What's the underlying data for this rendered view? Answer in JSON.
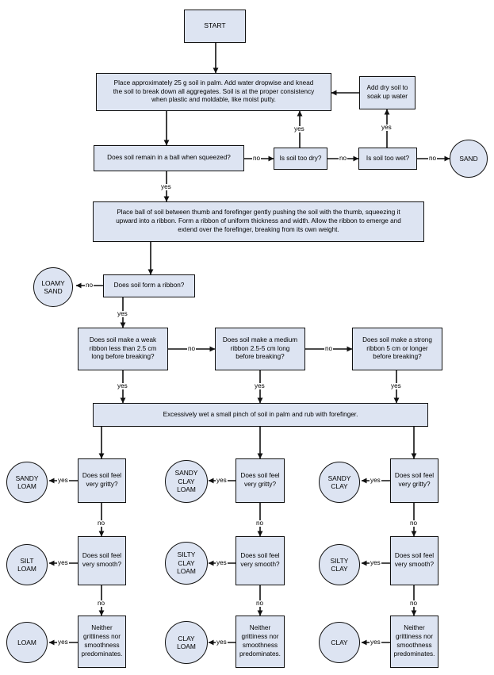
{
  "nodes": {
    "start": "START",
    "knead": "Place approximately 25 g soil in palm. Add water dropwise and knead\nthe soil to break down all aggregates. Soil is at the proper consistency\nwhen plastic and moldable, like moist putty.",
    "add_dry": "Add dry soil to\nsoak up water",
    "ball": "Does soil remain in a ball when squeezed?",
    "too_dry": "Is soil too dry?",
    "too_wet": "Is soil too wet?",
    "sand": "SAND",
    "ribbon_instr": "Place ball of soil between thumb and forefinger gently pushing the soil with the thumb, squeezing it\nupward into a ribbon. Form a ribbon of uniform thickness and width. Allow the ribbon to emerge and\nextend over the forefinger, breaking from its own weight.",
    "form_ribbon": "Does soil form a ribbon?",
    "loamy_sand": "LOAMY\nSAND",
    "weak": "Does soil make a weak\nribbon less than 2.5 cm\nlong before breaking?",
    "medium": "Does soil make a medium\nribbon 2.5-5 cm long\nbefore breaking?",
    "strong": "Does soil make a strong\nribbon 5 cm or longer\nbefore breaking?",
    "wet_pinch": "Excessively wet a small pinch of soil in palm and rub with forefinger.",
    "gritty_1": "Does soil feel\nvery gritty?",
    "gritty_2": "Does soil feel\nvery gritty?",
    "gritty_3": "Does soil feel\nvery gritty?",
    "smooth_1": "Does soil feel\nvery smooth?",
    "smooth_2": "Does soil feel\nvery smooth?",
    "smooth_3": "Does soil feel\nvery smooth?",
    "neither_1": "Neither\ngrittiness nor\nsmoothness\npredominates.",
    "neither_2": "Neither\ngrittiness nor\nsmoothness\npredominates.",
    "neither_3": "Neither\ngrittiness nor\nsmoothness\npredominates.",
    "sandy_loam": "SANDY\nLOAM",
    "sandy_clay_loam": "SANDY\nCLAY\nLOAM",
    "sandy_clay": "SANDY\nCLAY",
    "silt_loam": "SILT\nLOAM",
    "silty_clay_loam": "SILTY\nCLAY\nLOAM",
    "silty_clay": "SILTY\nCLAY",
    "loam": "LOAM",
    "clay_loam": "CLAY\nLOAM",
    "clay": "CLAY"
  },
  "edge_labels": {
    "yes": "yes",
    "no": "no"
  },
  "colors": {
    "box_fill": "#dde4f2",
    "stroke": "#111111"
  }
}
